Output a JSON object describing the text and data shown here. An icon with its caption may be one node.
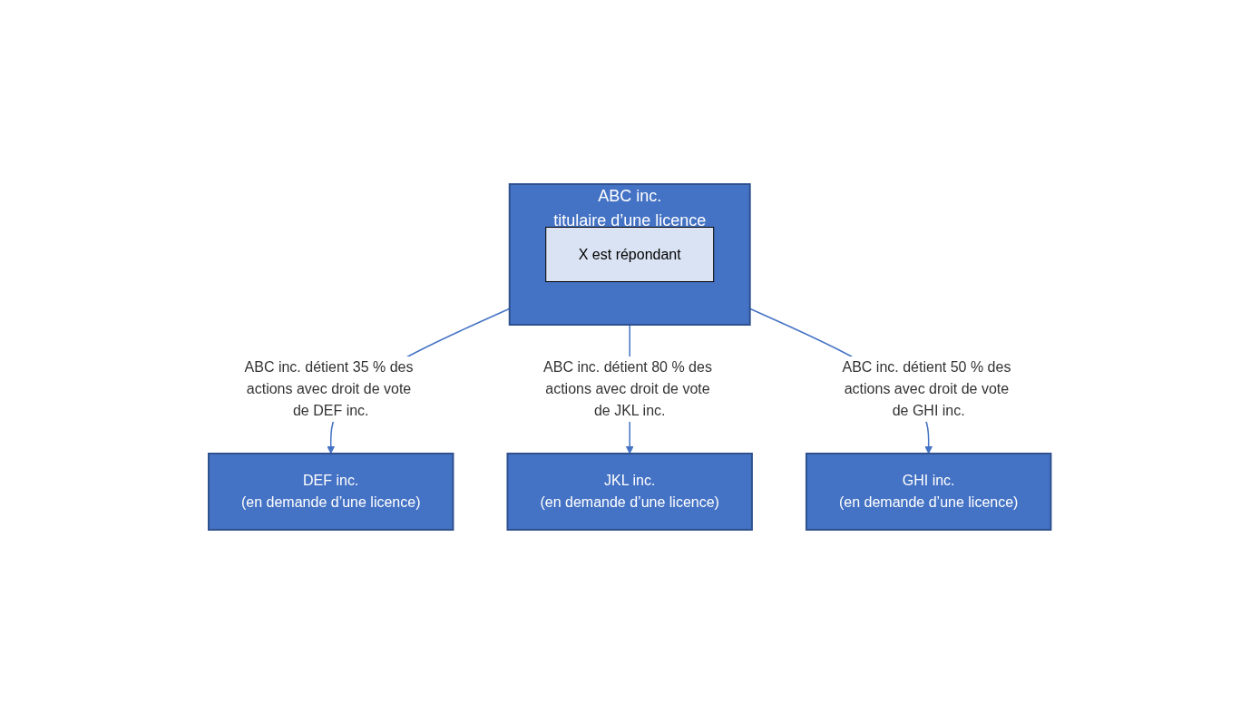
{
  "diagram": {
    "nodes": [
      {
        "text": [
          "ABC inc.",
          "titulaire d’une licence"
        ]
      },
      {
        "text": [
          "X est répondant"
        ],
        "in": 0
      },
      {
        "text": [
          "DEF inc.",
          "(en demande d’une licence)"
        ]
      },
      {
        "text": [
          "GHI inc.",
          "(en demande d’une licence)"
        ]
      },
      {
        "text": [
          "JKL inc.",
          "(en demande d’une licence)"
        ]
      }
    ],
    "edges": [
      {
        "from": 0,
        "to": 2,
        "arrow": "to",
        "label": "ABC inc. détient 35 % des actions avec droit de vote de DEF inc."
      },
      {
        "from": 0,
        "to": 4,
        "arrow": "to",
        "label": "ABC inc. détient 80 % des actions avec droit de vote de JKL inc."
      },
      {
        "from": 0,
        "to": 3,
        "arrow": "to",
        "label": "ABC inc. détient 50 % des actions avec droit de vote de GHI inc."
      }
    ]
  }
}
